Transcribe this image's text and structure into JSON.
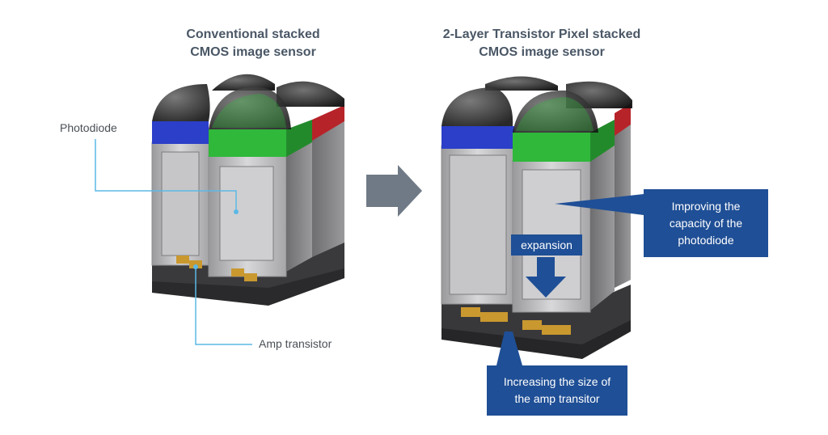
{
  "left": {
    "title_line1": "Conventional stacked",
    "title_line2": "CMOS image sensor",
    "photodiode_label": "Photodiode",
    "amp_label": "Amp transistor"
  },
  "right": {
    "title_line1": "2-Layer Transistor Pixel stacked",
    "title_line2": "CMOS image sensor",
    "capacity_line1": "Improving the",
    "capacity_line2": "capacity of the",
    "capacity_line3": "photodiode",
    "expansion_label": "expansion",
    "amp_size_line1": "Increasing the size of",
    "amp_size_line2": "the amp transitor"
  },
  "colors": {
    "callout": "#1f4f96",
    "leader_line": "#5bb8e6",
    "filter_blue": "#2b3fc9",
    "filter_green": "#2fb83a",
    "filter_red": "#b6242a",
    "transistor": "#c9982f",
    "arrow": "#6f7a86"
  }
}
